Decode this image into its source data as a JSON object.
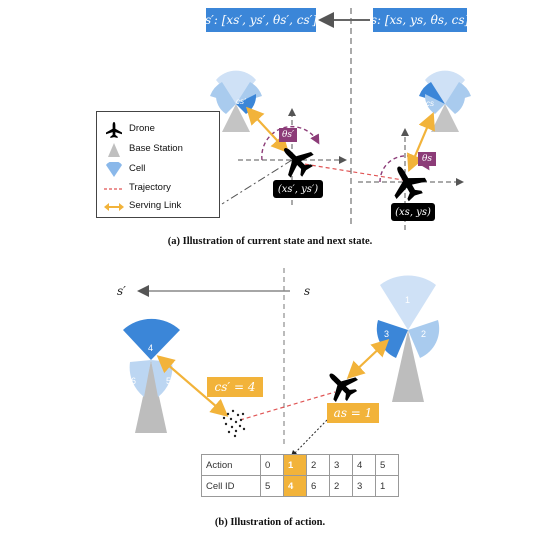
{
  "part_a": {
    "next_state_box": "s′: [xs′, ys′, θs′, cs′]",
    "current_state_box": "s: [xs, ys, θs, cs]",
    "legend": {
      "drone": "Drone",
      "base_station": "Base Station",
      "cell": "Cell",
      "trajectory": "Trajectory",
      "serving_link": "Serving Link"
    },
    "next_cell_label": "cs′",
    "current_cell_label": "cs",
    "next_angle_label": "θs′",
    "current_angle_label": "θs",
    "next_position_label": "(xs′, ys′)",
    "current_position_label": "(xs, ys)",
    "caption": "(a) Illustration of current state and next state."
  },
  "part_b": {
    "next_state_label": "s′",
    "current_state_label": "s",
    "serving_cell_tag": "cs′ = 4",
    "action_tag": "as = 1",
    "left_cells": [
      "4",
      "6",
      "5"
    ],
    "right_cells": [
      "1",
      "3",
      "2"
    ],
    "table": {
      "rows": [
        {
          "header": "Action",
          "values": [
            "0",
            "1",
            "2",
            "3",
            "4",
            "5"
          ]
        },
        {
          "header": "Cell ID",
          "values": [
            "5",
            "4",
            "6",
            "2",
            "3",
            "1"
          ]
        }
      ],
      "highlight_column": 1
    },
    "caption": "(b) Illustration of action."
  },
  "colors": {
    "state_box": "#3b86d8",
    "serving_link": "#f2b33a",
    "trajectory": "#e05555",
    "angle": "#8c3c78",
    "cell_dark": "#3b86d8",
    "cell_light": "#a9cbee",
    "base_station": "#bfbfbf"
  }
}
